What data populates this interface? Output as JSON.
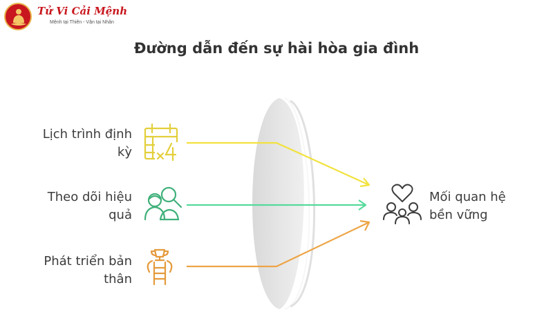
{
  "logo": {
    "brand": "Tử Vi Cải Mệnh",
    "tagline": "Mệnh tại Thiên - Vận tại Nhân"
  },
  "title": "Đường dẫn đến sự hài hòa gia đình",
  "inputs": [
    {
      "line1": "Lịch trình định",
      "line2": "kỳ",
      "icon": "calendar-x4-icon",
      "color": "#e3cf3a",
      "arrow_color": "#f1e23d"
    },
    {
      "line1": "Theo dõi hiệu",
      "line2": "quả",
      "icon": "people-search-icon",
      "color": "#3fb07a",
      "arrow_color": "#56d99a"
    },
    {
      "line1": "Phát triển bản",
      "line2": "thân",
      "icon": "trophy-ladder-icon",
      "color": "#e49a3b",
      "arrow_color": "#eda445"
    }
  ],
  "output": {
    "line1": "Mối quan hệ",
    "line2": "bền vững",
    "icon": "family-heart-icon",
    "color": "#3c3c3c"
  }
}
